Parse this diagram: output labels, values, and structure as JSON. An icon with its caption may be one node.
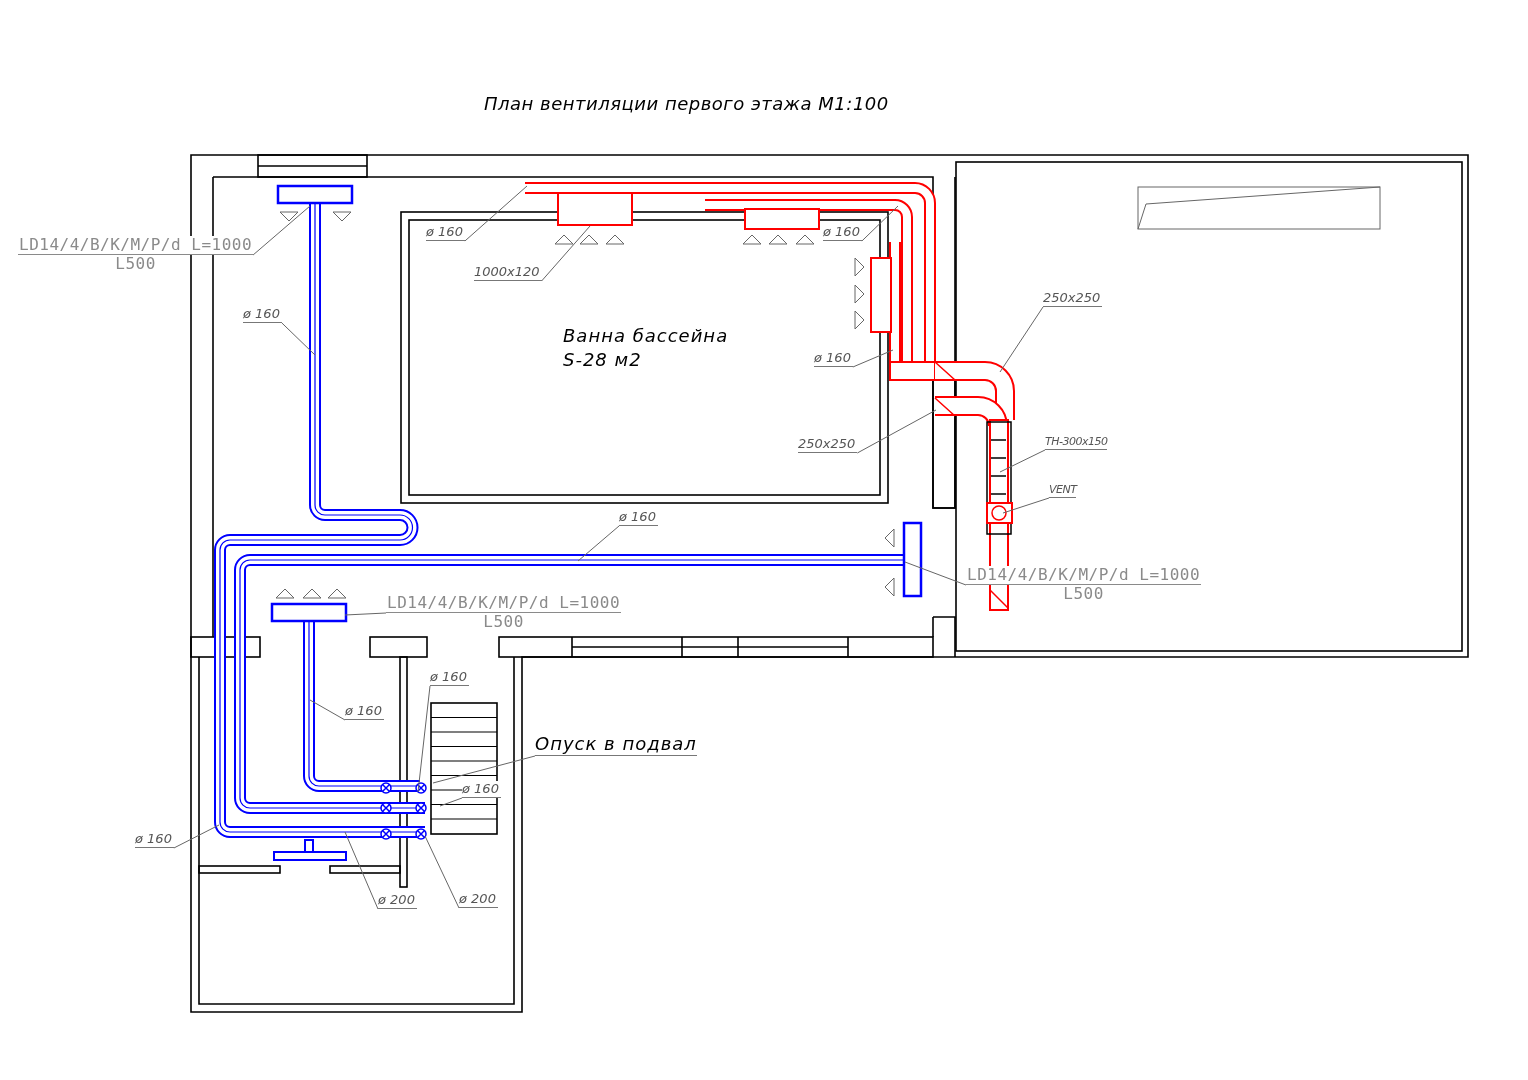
{
  "diagram": {
    "title": "План вентиляции первого этажа М1:100",
    "nodes": [
      {
        "text": [
          "LD14/4/B/K/M/P/d L=1000",
          "L500"
        ]
      },
      {
        "text": [
          "ø 160"
        ]
      },
      {
        "text": [
          "ø 160"
        ]
      },
      {
        "text": [
          "1000x120"
        ]
      },
      {
        "text": [
          "ø 160"
        ]
      },
      {
        "text": [
          "250x250"
        ]
      },
      {
        "text": [
          "ø 160"
        ]
      },
      {
        "text": [
          "250x250"
        ]
      },
      {
        "text": [
          "TH-300x150"
        ]
      },
      {
        "text": [
          "VENT"
        ]
      },
      {
        "text": [
          "ø 160"
        ]
      },
      {
        "text": [
          "LD14/4/B/K/M/P/d L=1000",
          "L500"
        ]
      },
      {
        "text": [
          "LD14/4/B/K/M/P/d L=1000",
          "L500"
        ]
      },
      {
        "text": [
          "ø 160"
        ]
      },
      {
        "text": [
          "ø 160"
        ]
      },
      {
        "text": [
          "Опуск в подвал"
        ]
      },
      {
        "text": [
          "ø 160"
        ]
      },
      {
        "text": [
          "ø 160"
        ]
      },
      {
        "text": [
          "ø 200"
        ]
      },
      {
        "text": [
          "ø 200"
        ]
      }
    ],
    "edges": [
      {
        "from": 0,
        "to": null,
        "arrow": "none"
      },
      {
        "from": 1,
        "to": null,
        "arrow": "none"
      },
      {
        "from": 2,
        "to": null,
        "arrow": "none"
      },
      {
        "from": 3,
        "to": null,
        "arrow": "none"
      },
      {
        "from": 4,
        "to": null,
        "arrow": "none"
      },
      {
        "from": 5,
        "to": null,
        "arrow": "none"
      },
      {
        "from": 6,
        "to": null,
        "arrow": "none"
      },
      {
        "from": 7,
        "to": null,
        "arrow": "none"
      },
      {
        "from": 8,
        "to": null,
        "arrow": "none"
      },
      {
        "from": 9,
        "to": null,
        "arrow": "none"
      },
      {
        "from": 10,
        "to": null,
        "arrow": "none"
      },
      {
        "from": 11,
        "to": null,
        "arrow": "none"
      },
      {
        "from": 12,
        "to": null,
        "arrow": "none"
      },
      {
        "from": 13,
        "to": null,
        "arrow": "none"
      },
      {
        "from": 14,
        "to": null,
        "arrow": "none"
      },
      {
        "from": 15,
        "to": null,
        "arrow": "none"
      },
      {
        "from": 16,
        "to": null,
        "arrow": "none"
      },
      {
        "from": 17,
        "to": null,
        "arrow": "none"
      },
      {
        "from": 18,
        "to": null,
        "arrow": "none"
      },
      {
        "from": 19,
        "to": null,
        "arrow": "none"
      }
    ],
    "labels": [
      "Ванна бассейна",
      "S-28 м2"
    ]
  }
}
